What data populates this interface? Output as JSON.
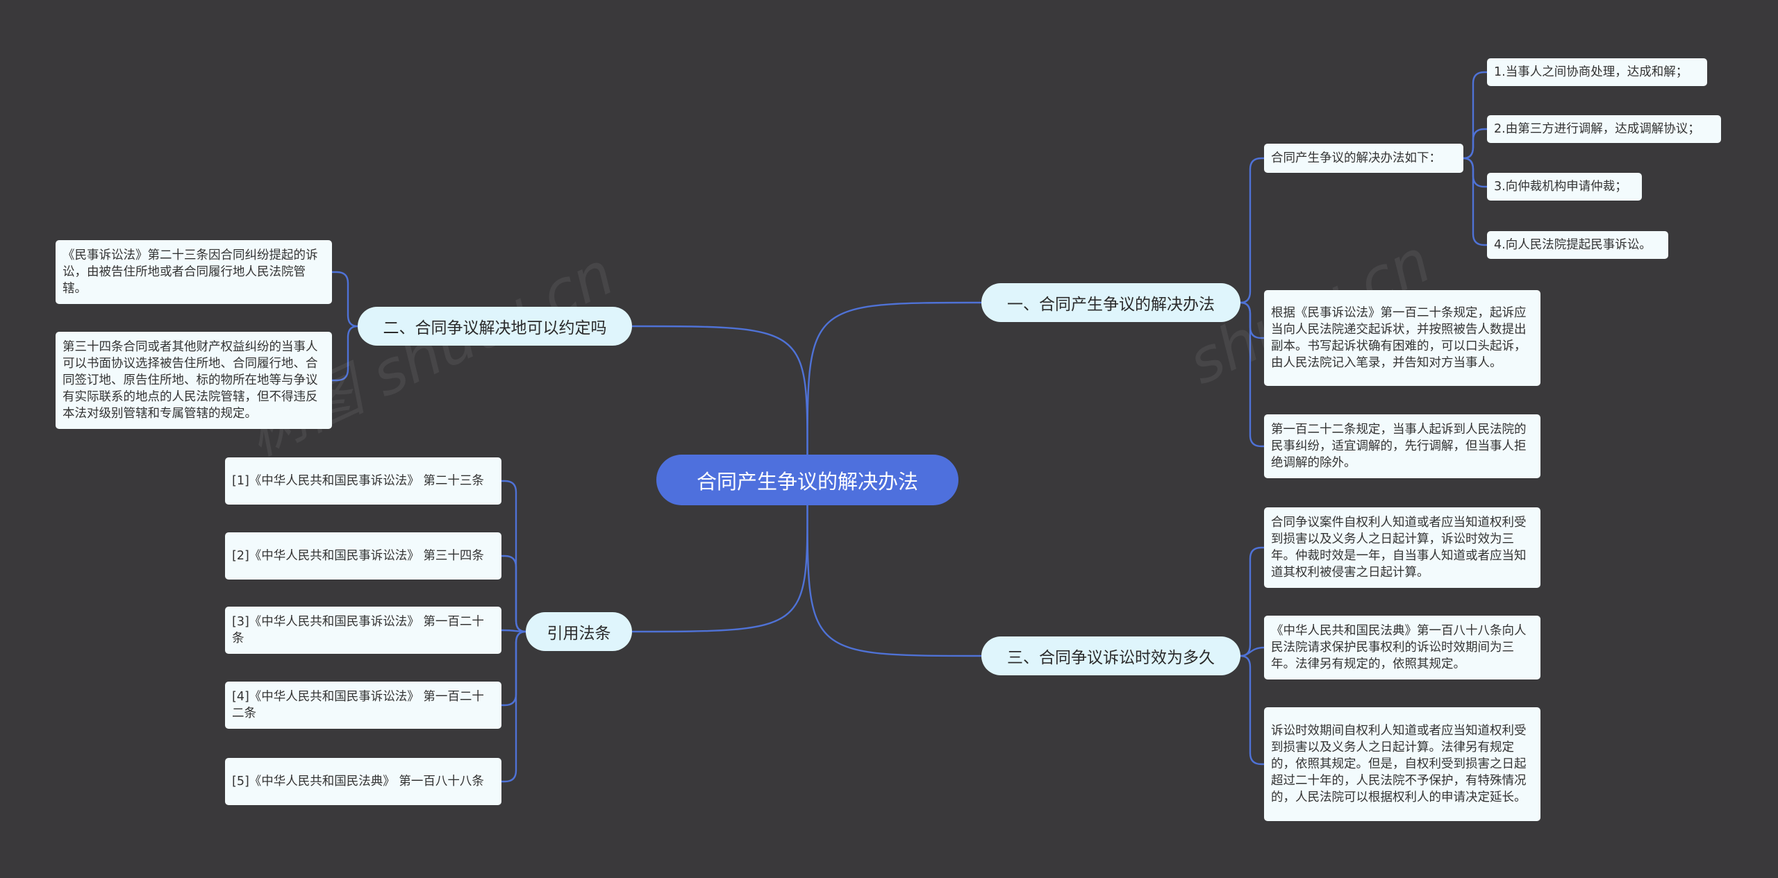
{
  "root": {
    "label": "合同产生争议的解决办法"
  },
  "branches": {
    "b1": {
      "label": "一、合同产生争议的解决办法"
    },
    "b2": {
      "label": "二、合同争议解决地可以约定吗"
    },
    "b3": {
      "label": "三、合同争议诉讼时效为多久"
    },
    "b4": {
      "label": "引用法条"
    }
  },
  "nodes": {
    "b1_intro": "合同产生争议的解决办法如下：",
    "b1_m1": "1.当事人之间协商处理，达成和解；",
    "b1_m2": "2.由第三方进行调解，达成调解协议；",
    "b1_m3": "3.向仲裁机构申请仲裁；",
    "b1_m4": "4.向人民法院提起民事诉讼。",
    "b1_art120": "根据《民事诉讼法》第一百二十条规定，起诉应当向人民法院递交起诉状，并按照被告人数提出副本。书写起诉状确有困难的，可以口头起诉，由人民法院记入笔录，并告知对方当事人。",
    "b1_art122": "第一百二十二条规定，当事人起诉到人民法院的民事纠纷，适宜调解的，先行调解，但当事人拒绝调解的除外。",
    "b2_art23": "《民事诉讼法》第二十三条因合同纠纷提起的诉讼，由被告住所地或者合同履行地人民法院管辖。",
    "b2_art34": "第三十四条合同或者其他财产权益纠纷的当事人可以书面协议选择被告住所地、合同履行地、合同签订地、原告住所地、标的物所在地等与争议有实际联系的地点的人民法院管辖，但不得违反本法对级别管辖和专属管辖的规定。",
    "b3_t1": "合同争议案件自权利人知道或者应当知道权利受到损害以及义务人之日起计算，诉讼时效为三年。仲裁时效是一年，自当事人知道或者应当知道其权利被侵害之日起计算。",
    "b3_t2": "《中华人民共和国民法典》第一百八十八条向人民法院请求保护民事权利的诉讼时效期间为三年。法律另有规定的，依照其规定。",
    "b3_t3": "诉讼时效期间自权利人知道或者应当知道权利受到损害以及义务人之日起计算。法律另有规定的，依照其规定。但是，自权利受到损害之日起超过二十年的，人民法院不予保护，有特殊情况的，人民法院可以根据权利人的申请决定延长。",
    "b4_r1": "[1]《中华人民共和国民事诉讼法》 第二十三条",
    "b4_r2": "[2]《中华人民共和国民事诉讼法》 第三十四条",
    "b4_r3": "[3]《中华人民共和国民事诉讼法》 第一百二十条",
    "b4_r4": "[4]《中华人民共和国民事诉讼法》 第一百二十二条",
    "b4_r5": "[5]《中华人民共和国民法典》 第一百八十八条"
  },
  "watermark": {
    "text1": "树图 shutu.cn",
    "text2": "shutu.cn"
  },
  "colors": {
    "background": "#3a393b",
    "root": "#4e70dd",
    "branch": "#dff5fc",
    "leaf": "#f3fbfd",
    "link": "#4f72d6"
  }
}
